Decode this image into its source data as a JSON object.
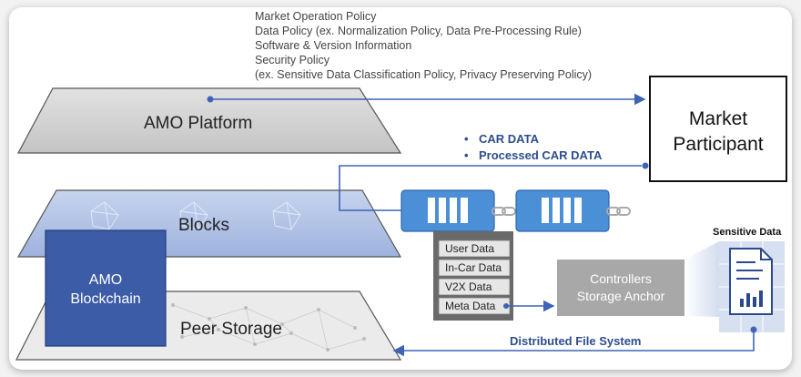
{
  "policies": [
    "Market Operation Policy",
    "Data Policy (ex. Normalization Policy, Data Pre-Processing Rule)",
    "Software & Version Information",
    "Security Policy",
    "(ex. Sensitive Data Classification Policy, Privacy Preserving Policy)"
  ],
  "planes": {
    "platform": "AMO Platform",
    "blocks": "Blocks",
    "storage": "Peer Storage"
  },
  "blockchain": {
    "line1": "AMO",
    "line2": "Blockchain"
  },
  "market_participant": {
    "line1": "Market",
    "line2": "Participant"
  },
  "car_data": {
    "bullet": "•",
    "items": [
      "CAR DATA",
      "Processed CAR DATA"
    ]
  },
  "data_list": [
    "User Data",
    "In-Car Data",
    "V2X Data",
    "Meta Data"
  ],
  "controllers": {
    "line1": "Controllers",
    "line2": "Storage Anchor"
  },
  "sensitive_data": "Sensitive Data",
  "dfs": "Distributed File System",
  "colors": {
    "blue_accent": "#4a72c4",
    "dark_blue_box": "#3c5ca8",
    "block_blue": "#4b8fd6",
    "platform_gray": "#cfcfcf",
    "arrow_blue": "#3f63b5"
  }
}
